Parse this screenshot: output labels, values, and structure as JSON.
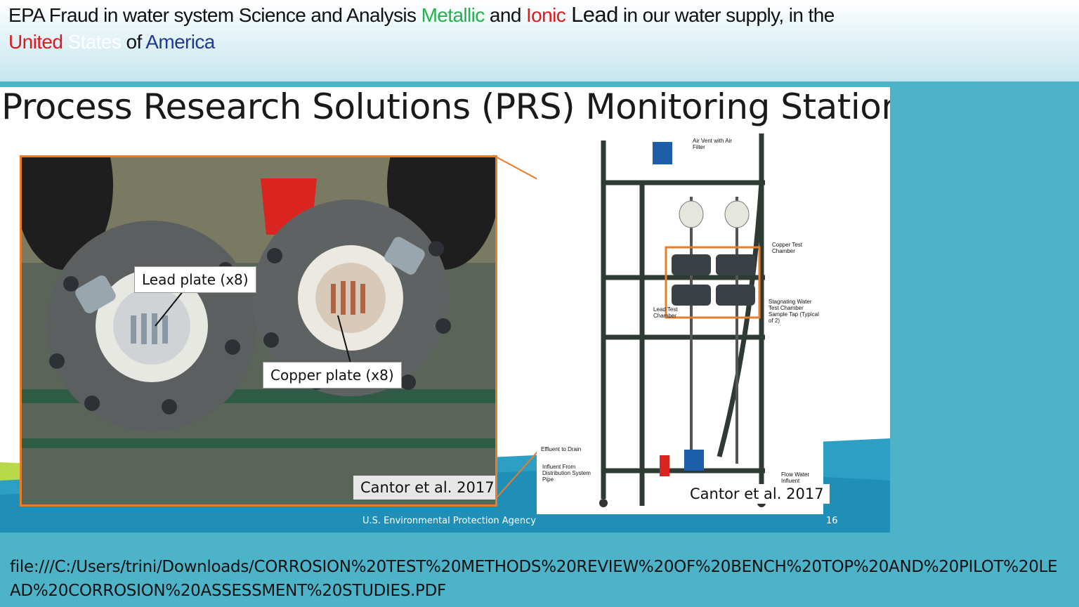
{
  "header": {
    "part1": "EPA Fraud in water system Science and Analysis ",
    "metallic": "Metallic",
    "and1": " and ",
    "ionic": "Ionic",
    "lead": " Lead",
    "part2": " in our water supply, in the",
    "united": "United",
    "states": " States",
    "of": " of ",
    "america": "America",
    "colors": {
      "metallic": "#22b14c",
      "ionic": "#e0191f",
      "united": "#e0191f",
      "states": "#ffffff",
      "america": "#1f3a93"
    }
  },
  "slide": {
    "title": "Process Research Solutions (PRS) Monitoring Station",
    "callout_lead": "Lead plate (x8)",
    "callout_copper": "Copper plate (x8)",
    "photo_cite": "Cantor et al. 2017",
    "diagram_cite": "Cantor et al. 2017",
    "diagram_labels": {
      "air_vent": "Air Vent with Air Filter",
      "copper_chamber": "Copper Test Chamber",
      "lead_chamber": "Lead Test Chamber",
      "stagnating": "Stagnating Water Test Chamber Sample Tap (Typical of 2)",
      "effluent": "Effluent to Drain",
      "influent": "Influent From Distribution System Pipe",
      "flow_water": "Flow Water Influent Sample Tap"
    },
    "footer_agency": "U.S. Environmental Protection Agency",
    "page_number": "16",
    "accent_color": "#e87d2a"
  },
  "file_path": "file:///C:/Users/trini/Downloads/CORROSION%20TEST%20METHODS%20REVIEW%20OF%20BENCH%20TOP%20AND%20PILOT%20LEAD%20CORROSION%20ASSESSMENT%20STUDIES.PDF"
}
